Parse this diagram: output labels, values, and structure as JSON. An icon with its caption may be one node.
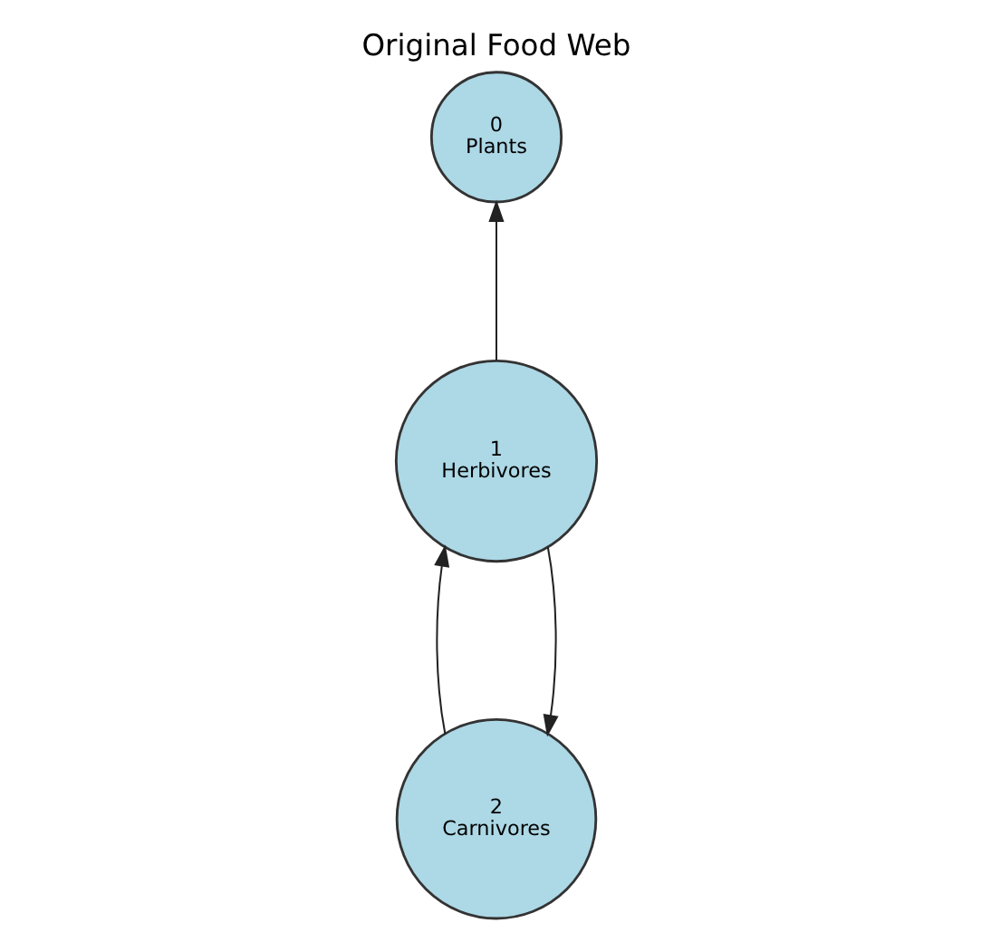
{
  "diagram": {
    "title": "Original Food Web",
    "nodes": [
      {
        "text": [
          "0",
          "Plants"
        ]
      },
      {
        "text": [
          "1",
          "Herbivores"
        ]
      },
      {
        "text": [
          "2",
          "Carnivores"
        ]
      }
    ],
    "edges": [
      {
        "from": 2,
        "to": 1,
        "arrow": "to"
      },
      {
        "from": 1,
        "to": 0,
        "arrow": "to"
      },
      {
        "from": 1,
        "to": 2,
        "arrow": "to"
      }
    ]
  }
}
